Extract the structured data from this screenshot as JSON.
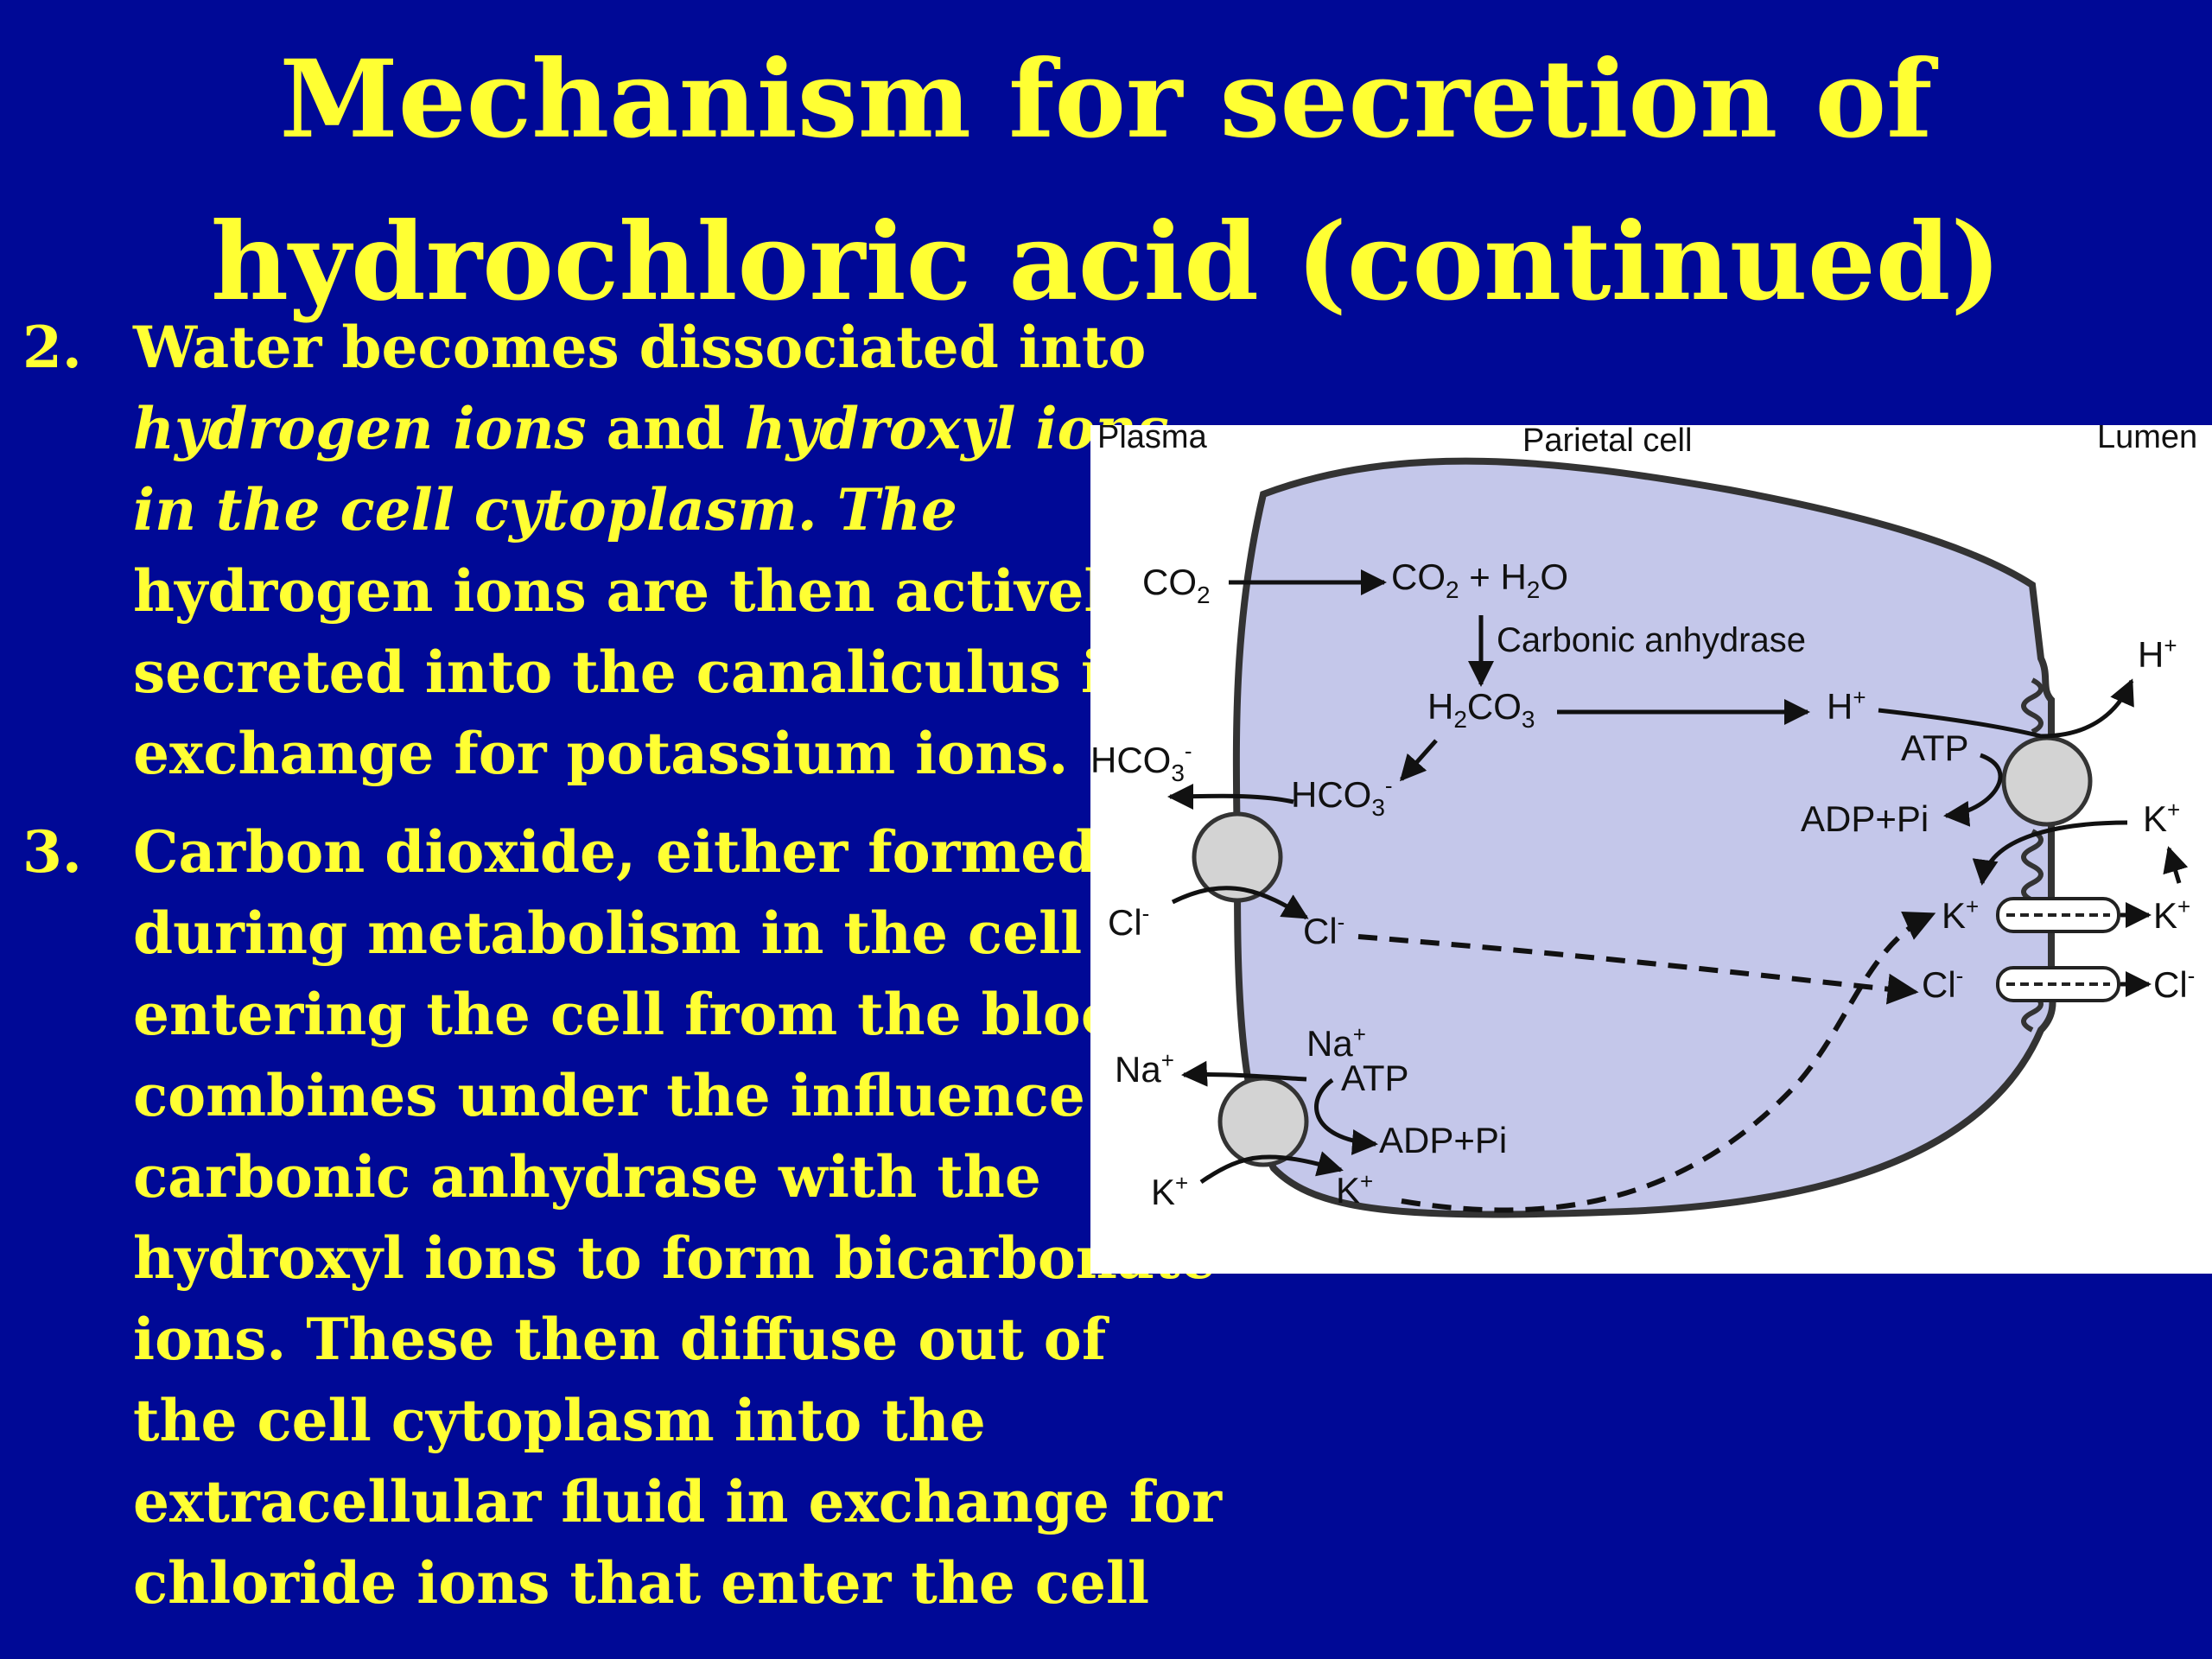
{
  "slide": {
    "title_line1": "Mechanism for secretion of",
    "title_line2": "hydrochloric acid (continued)",
    "background_color": "#000996",
    "text_color": "#FFFF33"
  },
  "points": [
    {
      "number": "2.",
      "l1": "Water becomes dissociated into",
      "l2a": "hydrogen ions",
      "l2b": " and ",
      "l2c": "hydroxyl ions",
      "l3": "in the cell cytoplasm. The",
      "l4": "hydrogen ions are then actively",
      "l5": "secreted into the canaliculus in",
      "l6": "exchange for potassium ions."
    },
    {
      "number": "3.",
      "l1": "Carbon dioxide, either formed",
      "l2": "during metabolism in the cell or",
      "l3": "entering the cell from the blood,",
      "l4": "combines under the influence of",
      "l5": "carbonic anhydrase with the",
      "l6": "hydroxyl ions to form bicarbonate",
      "l7": "ions. These then diffuse out of",
      "l8": "the cell cytoplasm into the",
      "l9": "extracellular fluid in exchange for",
      "l10": "chloride ions that enter the cell"
    }
  ],
  "diagram": {
    "plasma_label": "Plasma",
    "parietal_label": "Parietal cell",
    "lumen_label": "Lumen",
    "co2": "CO",
    "co2_sub": "2",
    "reaction_co2": "CO",
    "reaction_co2_sub": "2",
    "reaction_plus_h2o": " + H",
    "reaction_h2o_sub": "2",
    "reaction_o": "O",
    "enzyme": "Carbonic anhydrase",
    "h2co3_h": "H",
    "h2co3_sub1": "2",
    "h2co3_co": "CO",
    "h2co3_sub2": "3",
    "h_inside": "H",
    "h_inside_sup": "+",
    "h_lumen": "H",
    "h_lumen_sup": "+",
    "atp_right": "ATP",
    "adp_right": "ADP+Pi",
    "hco3_out": "HCO",
    "hco3_out_sub": "3",
    "hco3_out_sup": "-",
    "hco3_in": "HCO",
    "hco3_in_sub": "3",
    "hco3_in_sup": "-",
    "k_lumen": "K",
    "k_lumen_sup": "+",
    "k_channel_in": "K",
    "k_channel_in_sup": "+",
    "k_channel_out": "K",
    "k_channel_out_sup": "+",
    "cl_plasma": "Cl",
    "cl_plasma_sup": "-",
    "cl_cell": "Cl",
    "cl_cell_sup": "-",
    "cl_channel_in": "Cl",
    "cl_channel_in_sup": "-",
    "cl_channel_out": "Cl",
    "cl_channel_out_sup": "-",
    "na_plasma": "Na",
    "na_plasma_sup": "+",
    "na_cell": "Na",
    "na_cell_sup": "+",
    "atp_left": "ATP",
    "adp_left": "ADP+Pi",
    "k_plasma": "K",
    "k_plasma_sup": "+",
    "k_cell": "K",
    "k_cell_sup": "+",
    "cell_fill": "#C4C7EA",
    "transporter_fill": "#D3D3D3"
  }
}
